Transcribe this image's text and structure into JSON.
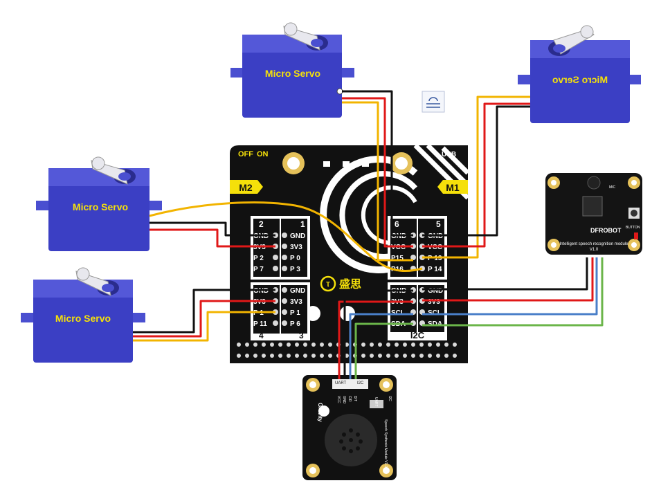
{
  "servos": [
    {
      "label": "Micro Servo"
    },
    {
      "label": "Micro Servo"
    },
    {
      "label": "Micro Servo"
    },
    {
      "label": "Micro Servo"
    }
  ],
  "board": {
    "switch_off": "OFF",
    "switch_on": "ON",
    "usb": "USB",
    "m1": "M1",
    "m2": "M2",
    "logo_text": "盛思",
    "i2c_label": "I2C",
    "port2": "2",
    "port1": "1",
    "port6": "6",
    "port5": "5",
    "port4": "4",
    "port3": "3",
    "left_top_outer": [
      "GND",
      "3V3",
      "P 2",
      "P 7"
    ],
    "left_top_inner": [
      "GND",
      "3V3",
      "P 0",
      "P 3"
    ],
    "left_bot_outer": [
      "GND",
      "3V3",
      "P 1",
      "P 11"
    ],
    "left_bot_inner": [
      "GND",
      "3V3",
      "P 1",
      "P 6"
    ],
    "right_top_outer": [
      "GND",
      "VCC",
      "P15",
      "P16"
    ],
    "right_top_inner": [
      "GND",
      "VCC",
      "P 13",
      "P 14"
    ],
    "right_bot_outer": [
      "GND",
      "3V3",
      "SCL",
      "SDA"
    ],
    "right_bot_inner": [
      "GND",
      "3V3",
      "SCL",
      "SDA"
    ]
  },
  "speech_module": {
    "brand": "DFROBOT",
    "title": "Intelligent speech recognition module",
    "version": "V1.0",
    "mic": "MIC",
    "button": "BUTTON"
  },
  "synth_module": {
    "gravity": "Gravity",
    "uart": "UART",
    "i2c": "I2C",
    "pins": [
      "VCC",
      "GND",
      "C/R",
      "D/T"
    ],
    "switch_i2c": "I2C",
    "switch_uart": "UART",
    "name": "Speech Synthesis Module V1.0"
  },
  "colors": {
    "servo_body": "#3b3fc4",
    "servo_dark": "#2a2c8e",
    "board": "#111111",
    "wire_black": "#111111",
    "wire_red": "#e01818",
    "wire_yellow": "#f2b400",
    "wire_blue": "#4a7fc8",
    "wire_green": "#6bb54a",
    "label_yellow": "#f5e00a"
  }
}
